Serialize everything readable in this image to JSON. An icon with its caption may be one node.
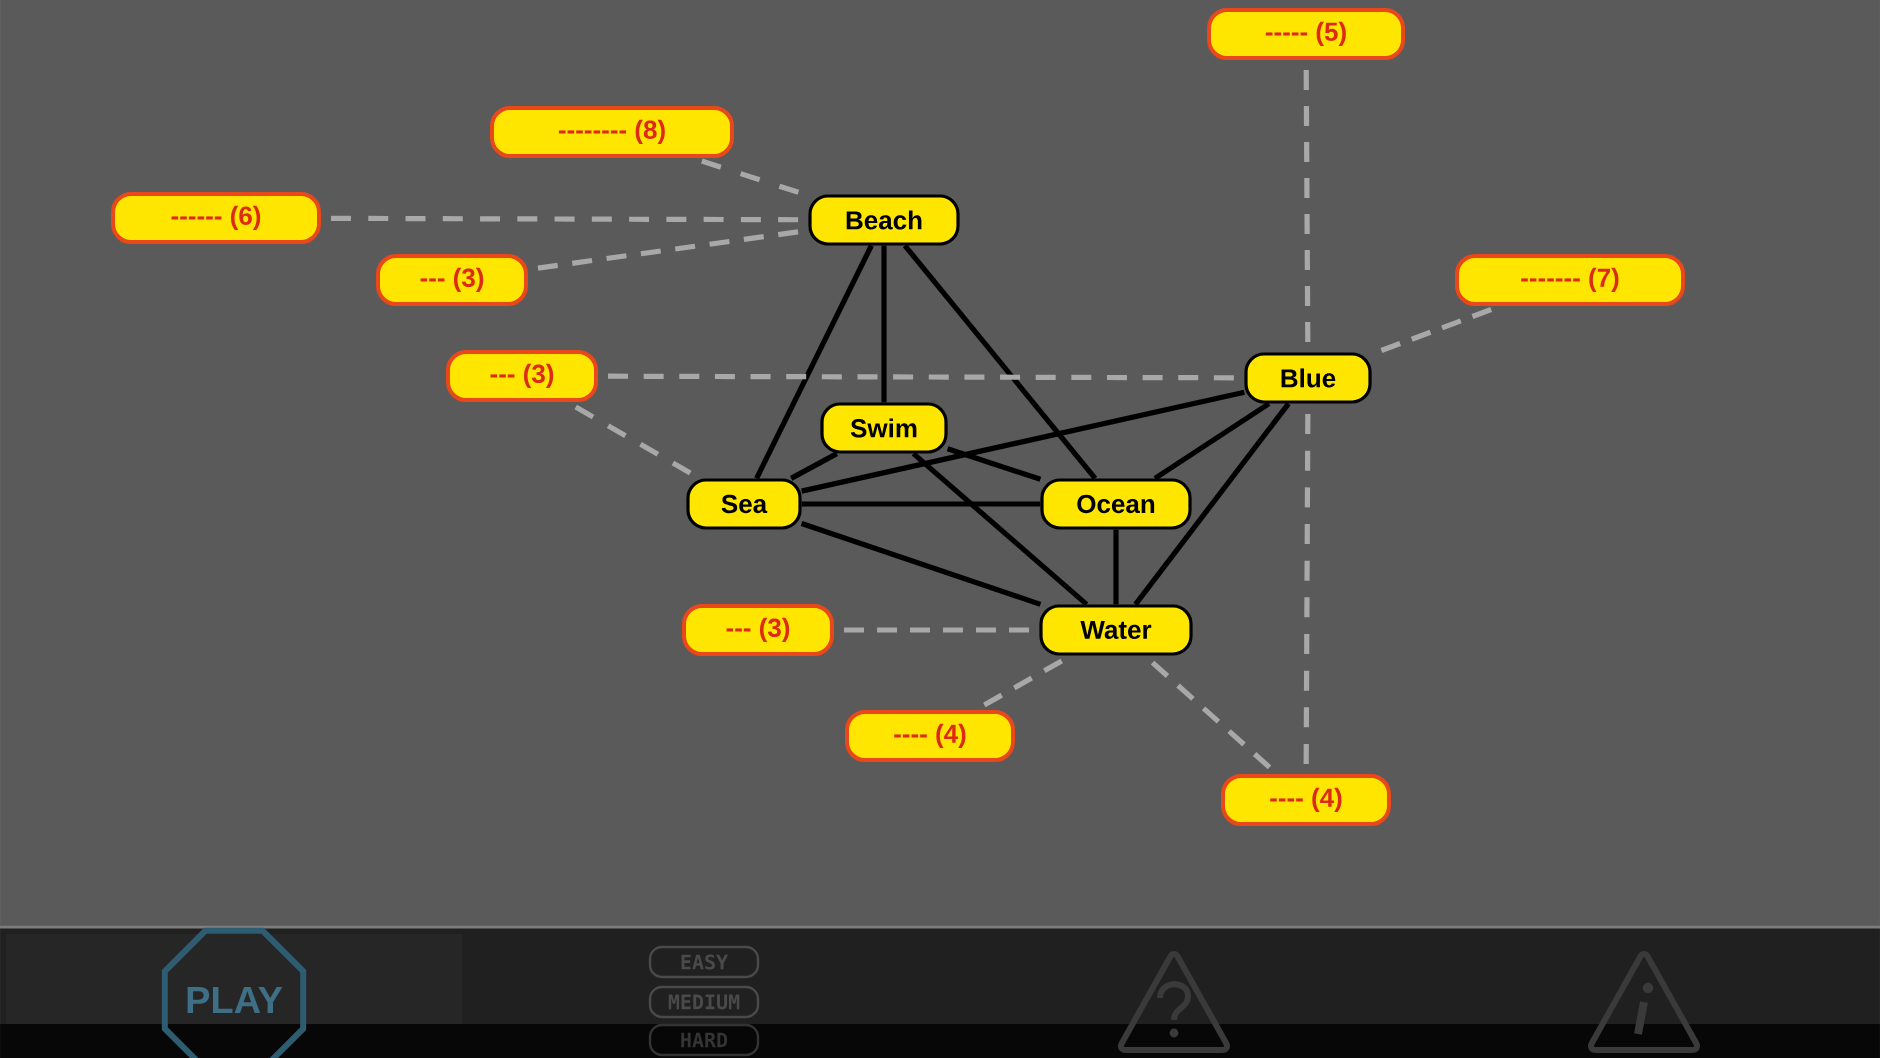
{
  "diagram": {
    "nodes": [
      {
        "text": [
          "----- (5)"
        ]
      },
      {
        "text": [
          "-------- (8)"
        ]
      },
      {
        "text": [
          "------ (6)"
        ]
      },
      {
        "text": [
          "Beach"
        ]
      },
      {
        "text": [
          "--- (3)"
        ]
      },
      {
        "text": [
          "------- (7)"
        ]
      },
      {
        "text": [
          "--- (3)"
        ]
      },
      {
        "text": [
          "Blue"
        ]
      },
      {
        "text": [
          "Swim"
        ]
      },
      {
        "text": [
          "Sea"
        ]
      },
      {
        "text": [
          "Ocean"
        ]
      },
      {
        "text": [
          "Water"
        ]
      },
      {
        "text": [
          "--- (3)"
        ]
      },
      {
        "text": [
          "---- (4)"
        ]
      },
      {
        "text": [
          "---- (4)"
        ]
      }
    ],
    "edges": [
      {
        "from": 3,
        "to": 9,
        "arrow": "none"
      },
      {
        "from": 3,
        "to": 8,
        "arrow": "none"
      },
      {
        "from": 3,
        "to": 10,
        "arrow": "none"
      },
      {
        "from": 8,
        "to": 9,
        "arrow": "none"
      },
      {
        "from": 8,
        "to": 10,
        "arrow": "none"
      },
      {
        "from": 8,
        "to": 11,
        "arrow": "none"
      },
      {
        "from": 9,
        "to": 10,
        "arrow": "none"
      },
      {
        "from": 9,
        "to": 7,
        "arrow": "none"
      },
      {
        "from": 9,
        "to": 11,
        "arrow": "none"
      },
      {
        "from": 7,
        "to": 10,
        "arrow": "none"
      },
      {
        "from": 7,
        "to": 11,
        "arrow": "none"
      },
      {
        "from": 10,
        "to": 11,
        "arrow": "none"
      },
      {
        "from": 0,
        "to": 7,
        "arrow": "none",
        "style": "dashed",
        "color": "#a8a8a8"
      },
      {
        "from": 1,
        "to": 3,
        "arrow": "none",
        "style": "dashed",
        "color": "#a8a8a8"
      },
      {
        "from": 2,
        "to": 3,
        "arrow": "none",
        "style": "dashed",
        "color": "#a8a8a8"
      },
      {
        "from": 4,
        "to": 3,
        "arrow": "none",
        "style": "dashed",
        "color": "#a8a8a8"
      },
      {
        "from": 5,
        "to": 7,
        "arrow": "none",
        "style": "dashed",
        "color": "#a8a8a8"
      },
      {
        "from": 6,
        "to": 7,
        "arrow": "none",
        "style": "dashed",
        "color": "#a8a8a8"
      },
      {
        "from": 6,
        "to": 9,
        "arrow": "none",
        "style": "dashed",
        "color": "#a8a8a8"
      },
      {
        "from": 12,
        "to": 11,
        "arrow": "none",
        "style": "dashed",
        "color": "#a8a8a8"
      },
      {
        "from": 13,
        "to": 11,
        "arrow": "none",
        "style": "dashed",
        "color": "#a8a8a8"
      },
      {
        "from": 14,
        "to": 11,
        "arrow": "none",
        "style": "dashed",
        "color": "#a8a8a8"
      },
      {
        "from": 14,
        "to": 7,
        "arrow": "none",
        "style": "dashed",
        "color": "#a8a8a8"
      }
    ],
    "labels": [
      "PLAY",
      "EASY",
      "MEDIUM",
      "HARD"
    ]
  }
}
